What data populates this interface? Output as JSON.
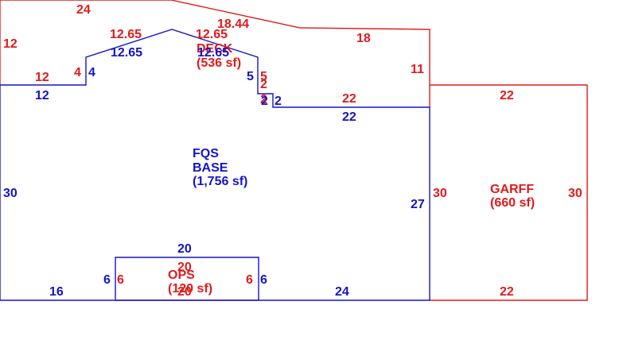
{
  "colors": {
    "red": "#e01b1b",
    "blue": "#1414c8",
    "background": "#ffffff"
  },
  "areas": {
    "deck": {
      "name": "DECK",
      "size": "(536 sf)"
    },
    "base": {
      "name1": "FQS",
      "name2": "BASE",
      "size": "(1,756 sf)"
    },
    "garage": {
      "name": "GARFF",
      "size": "(660 sf)"
    },
    "ops": {
      "name": "OPS",
      "size": "(120 sf)"
    }
  },
  "dims_red": {
    "top_24": "24",
    "left_12": "12",
    "slope_18_44": "18.44",
    "top_18": "18",
    "ridge_left": "12.65",
    "ridge_right": "12.65",
    "step_12": "12",
    "step_4": "4",
    "step_5": "5",
    "step_2a": "2",
    "step_2b": "2",
    "right_11": "11",
    "ledge_22": "22",
    "garage_top_22": "22",
    "garage_left_30": "30",
    "garage_right_30": "30",
    "garage_bottom_22": "22",
    "ops_top_20": "20",
    "ops_bottom_20": "20",
    "ops_left_6": "6",
    "ops_right_6": "6"
  },
  "dims_blue": {
    "ridge_left": "12.65",
    "ridge_right": "12.65",
    "step_12": "12",
    "step_4": "4",
    "step_5": "5",
    "step_2a": "2",
    "step_2b": "2",
    "ledge_22": "22",
    "left_30": "30",
    "right_27": "27",
    "ops_top_20": "20",
    "bottom_16": "16",
    "bottom_24": "24",
    "ops_left_6": "6",
    "ops_right_6": "6"
  }
}
